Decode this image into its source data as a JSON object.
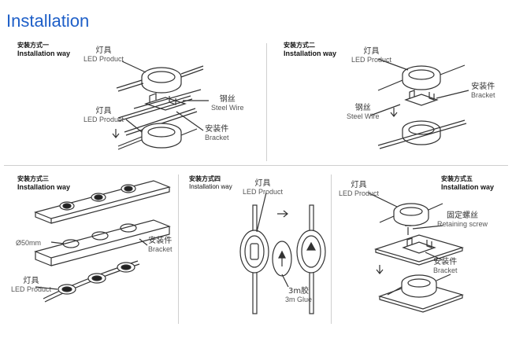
{
  "title": "Installation",
  "panels": [
    {
      "heading_cn": "安装方式一",
      "heading_en": "Installation way",
      "labels": {
        "led1_cn": "灯具",
        "led1_en": "LED Product",
        "wire_cn": "钢丝",
        "wire_en": "Steel Wire",
        "led2_cn": "灯具",
        "led2_en": "LED Product",
        "bracket_cn": "安装件",
        "bracket_en": "Bracket"
      }
    },
    {
      "heading_cn": "安装方式二",
      "heading_en": "Installation way",
      "labels": {
        "led_cn": "灯具",
        "led_en": "LED Product",
        "bracket_cn": "安装件",
        "bracket_en": "Bracket",
        "wire_cn": "钢丝",
        "wire_en": "Steel Wire"
      }
    },
    {
      "heading_cn": "安装方式三",
      "heading_en": "Installation way",
      "labels": {
        "hole": "Ø50mm",
        "bracket_cn": "安装件",
        "bracket_en": "Bracket",
        "led_cn": "灯具",
        "led_en": "LED Product"
      }
    },
    {
      "heading_cn": "安装方式四",
      "heading_en": "Installation way",
      "labels": {
        "led_cn": "灯具",
        "led_en": "LED Product",
        "glue_cn": "3m胶",
        "glue_en": "3m Glue"
      }
    },
    {
      "heading_cn": "安装方式五",
      "heading_en": "Installation way",
      "labels": {
        "led_cn": "灯具",
        "led_en": "LED Product",
        "screw_cn": "固定螺丝",
        "screw_en": "Retaining screw",
        "bracket_cn": "安装件",
        "bracket_en": "Bracket"
      }
    }
  ],
  "colors": {
    "title": "#1e5fc8",
    "line": "#333333",
    "separator": "#cfcfcf"
  }
}
